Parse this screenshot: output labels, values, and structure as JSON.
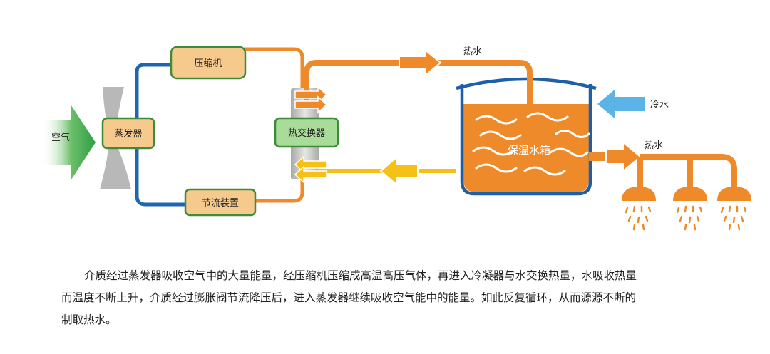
{
  "labels": {
    "air": "空气",
    "evaporator": "蒸发器",
    "compressor": "压缩机",
    "heat_exchanger": "热交换器",
    "throttle": "节流装置",
    "hot_water_top": "热水",
    "cold_water": "冷水",
    "tank": "保温水箱",
    "hot_water_out": "热水"
  },
  "description": [
    "介质经过蒸发器吸收空气中的大量能量，经压缩机压缩成高温高压气体，再进入冷凝器与水交换热量，水吸收热量",
    "而温度不断上升，介质经过膨胀阀节流降压后，进入蒸发器继续吸收空气能中的能量。如此反复循环，从而源源不断的",
    "制取热水。"
  ],
  "colors": {
    "refrigerant_cold": "#1f66b0",
    "refrigerant_hot": "#ef8a2a",
    "return_line": "#f5c116",
    "air_arrow": "#3aa64a",
    "cold_water": "#5bb3e8",
    "hot_water": "#e8781e",
    "tank_fill": "#ef8a2a",
    "tank_wall": "#1d5fa8",
    "component_orange": "#f6c98c",
    "component_green": "#a9dc98",
    "component_border": "#3e8c3a",
    "fan": "#b8b8b8"
  }
}
